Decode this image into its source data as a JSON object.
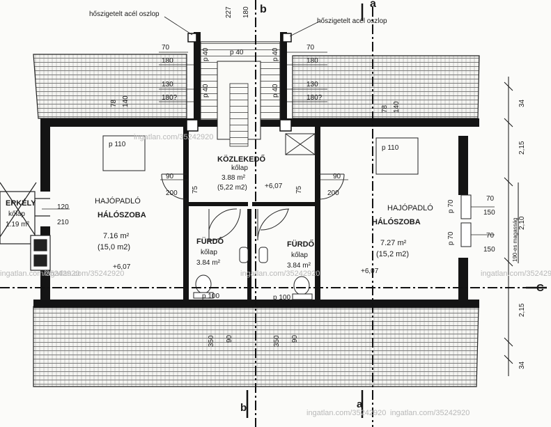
{
  "labels": {
    "col_left": "hőszigetelt acél oszlop",
    "col_right": "hőszigetelt acél oszlop",
    "axis_b_top": "b",
    "axis_a_top": "a",
    "axis_c": "C",
    "axis_a_bottom": "a",
    "axis_b_bottom": "b",
    "dim_227": "227",
    "dim_180_top": "180",
    "dim_70_l": "70",
    "dim_180_l": "180",
    "dim_130_l": "130",
    "dim_180q_l": "180?",
    "dim_70_r": "70",
    "dim_180_r": "180",
    "dim_130_r": "130",
    "dim_180q_r": "180?",
    "p40_top": "p 40",
    "p40_l1": "p 40",
    "p40_r1": "p 40",
    "p40_l2": "p 40",
    "p40_r2": "p 40",
    "d78_l": "78",
    "d140_l": "140",
    "d78_r": "78",
    "d140_r": "140",
    "p110_l": "p 110",
    "p110_r": "p 110",
    "k_name": "KÖZLEKEDŐ",
    "k_floor": "kőlap",
    "k_area1": "3.88 m²",
    "k_area2": "(5,22 m2)",
    "k_level": "+6,07",
    "d90_l": "90",
    "d200_l": "200",
    "d75_l": "75",
    "d75_r": "75",
    "d90_r": "90",
    "d200_r": "200",
    "er_name": "ERKÉLY",
    "er_floor": "kőlap",
    "er_area": "1.19 m²",
    "d120": "120",
    "d210": "210",
    "h1_floor": "HAJÓPADLÓ",
    "h1_name": "HÁLÓSZOBA",
    "h1_area1": "7.16 m²",
    "h1_area2": "(15,0 m2)",
    "h1_level": "+6,07",
    "f1_name": "FÜRDŐ",
    "f1_floor": "kőlap",
    "f1_area": "3.84 m²",
    "f2_name": "FÜRDŐ",
    "f2_floor": "kőlap",
    "f2_area": "3.84 m²",
    "h2_floor": "HAJÓPADLÓ",
    "h2_name": "HÁLÓSZOBA",
    "h2_area1": "7.27 m²",
    "h2_area2": "(15,2 m2)",
    "h2_level": "+6,07",
    "p100_l": "p 100",
    "p100_r": "p 100",
    "d70_w1": "70",
    "d150_w1": "150",
    "d70_w2": "70",
    "d150_w2": "150",
    "p70_1": "p 70",
    "p70_2": "p 70",
    "d350_l": "350",
    "d90_bl": "90",
    "d350_r": "350",
    "d90_br": "90",
    "r34_top": "34",
    "r215_top": "2,15",
    "r210": "2,10",
    "r215_bot": "2,15",
    "r34_bot": "34",
    "r190": "190-es magasság",
    "wm1": "ingatlan.com/35242920",
    "wm2": "ingatlan.com/35242920",
    "wm3": "ingatlan.com/35242920",
    "wm4": "ingatlan.com/35242920",
    "wm5": "ingatlan.com/35242920",
    "wm6": "ingatlan.com/35242920",
    "wm7": "ingatlan.com/35242920"
  }
}
